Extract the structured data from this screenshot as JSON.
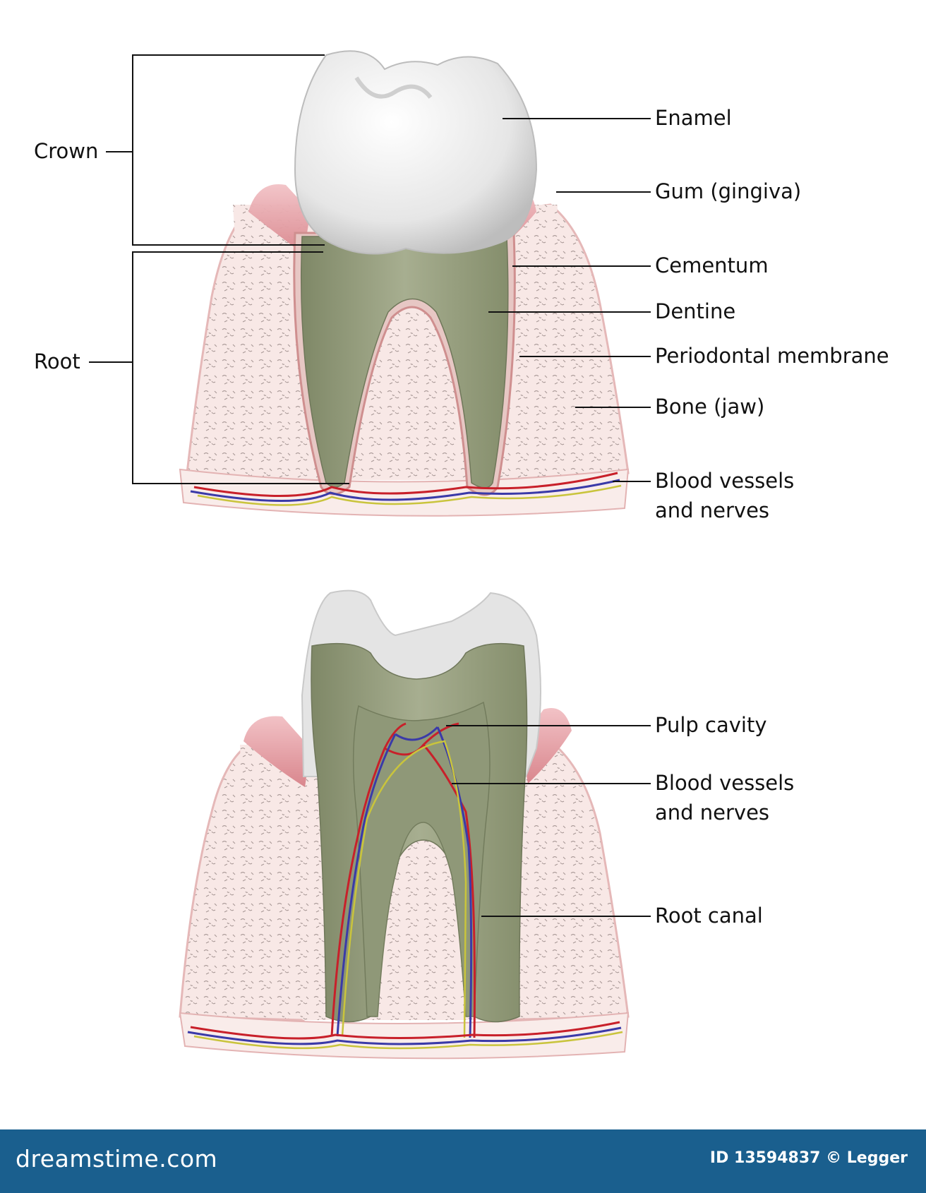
{
  "diagram_top": {
    "labels_left": {
      "crown": "Crown",
      "root": "Root"
    },
    "labels_right": {
      "enamel": "Enamel",
      "gum": "Gum (gingiva)",
      "cementum": "Cementum",
      "dentine": "Dentine",
      "periodontal": "Periodontal membrane",
      "bone": "Bone (jaw)",
      "vessels_line1": "Blood vessels",
      "vessels_line2": "and nerves"
    }
  },
  "diagram_bottom": {
    "labels_right": {
      "pulp": "Pulp cavity",
      "vessels_line1": "Blood vessels",
      "vessels_line2": "and nerves",
      "canal": "Root canal"
    }
  },
  "footer": {
    "logo": "dreamstime.com",
    "credit": "ID 13594837 © Legger"
  },
  "colors": {
    "footer_bg": "#1a5f8e",
    "bone": "#f7e6e4",
    "gum": "#e9a9ae",
    "dentine": "#9da586",
    "enamel": "#eaeaea",
    "artery": "#c8202a",
    "vein": "#3a3aa8",
    "nerve": "#c9c43c"
  }
}
